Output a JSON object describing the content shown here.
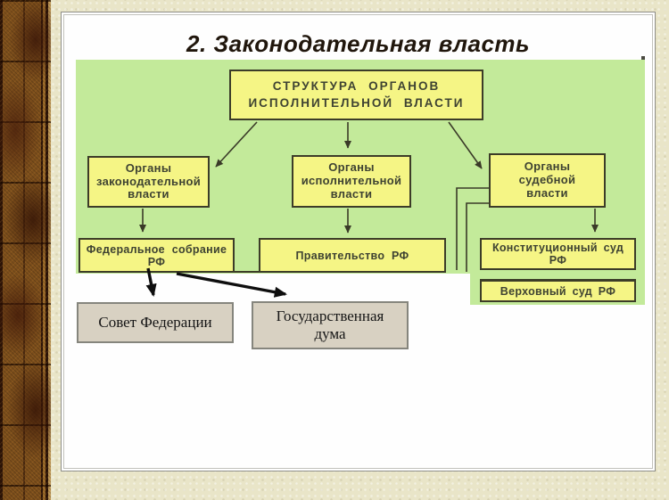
{
  "slide": {
    "title": "2. Законодательная власть"
  },
  "diagram": {
    "root": "СТРУКТУРА ОРГАНОВ\nИСПОЛНИТЕЛЬНОЙ ВЛАСТИ",
    "branches": {
      "legislative": "Органы\nзаконодательной\nвласти",
      "executive": "Органы\nисполнительной\nвласти",
      "judicial": "Органы\nсудебной\nвласти"
    },
    "bodies": {
      "federal_assembly": "Федеральное собрание РФ",
      "government": "Правительство РФ",
      "constitutional_court": "Конституционный суд РФ",
      "supreme_court": "Верховный суд РФ"
    },
    "chambers": {
      "federation_council": "Совет Федерации",
      "state_duma": "Государственная\nдума"
    },
    "edges": [
      {
        "from": "root",
        "to": "legislative"
      },
      {
        "from": "root",
        "to": "executive"
      },
      {
        "from": "root",
        "to": "judicial"
      },
      {
        "from": "legislative",
        "to": "federal_assembly"
      },
      {
        "from": "executive",
        "to": "government"
      },
      {
        "from": "judicial",
        "to": "constitutional_court"
      },
      {
        "from": "judicial",
        "to": "cropped-left-connectors"
      },
      {
        "from": "federal_assembly",
        "to": "federation_council"
      },
      {
        "from": "federal_assembly",
        "to": "state_duma"
      }
    ],
    "colors": {
      "page_background": "#e9e5c8",
      "sidebar_wood": "#7d4f1c",
      "diagram_background": "#c3ea9a",
      "node_fill": "#f5f585",
      "node_border": "#3c3c28",
      "chamber_fill": "#d8d1c2",
      "chamber_border": "#85857d",
      "title_text": "#20160c"
    }
  }
}
